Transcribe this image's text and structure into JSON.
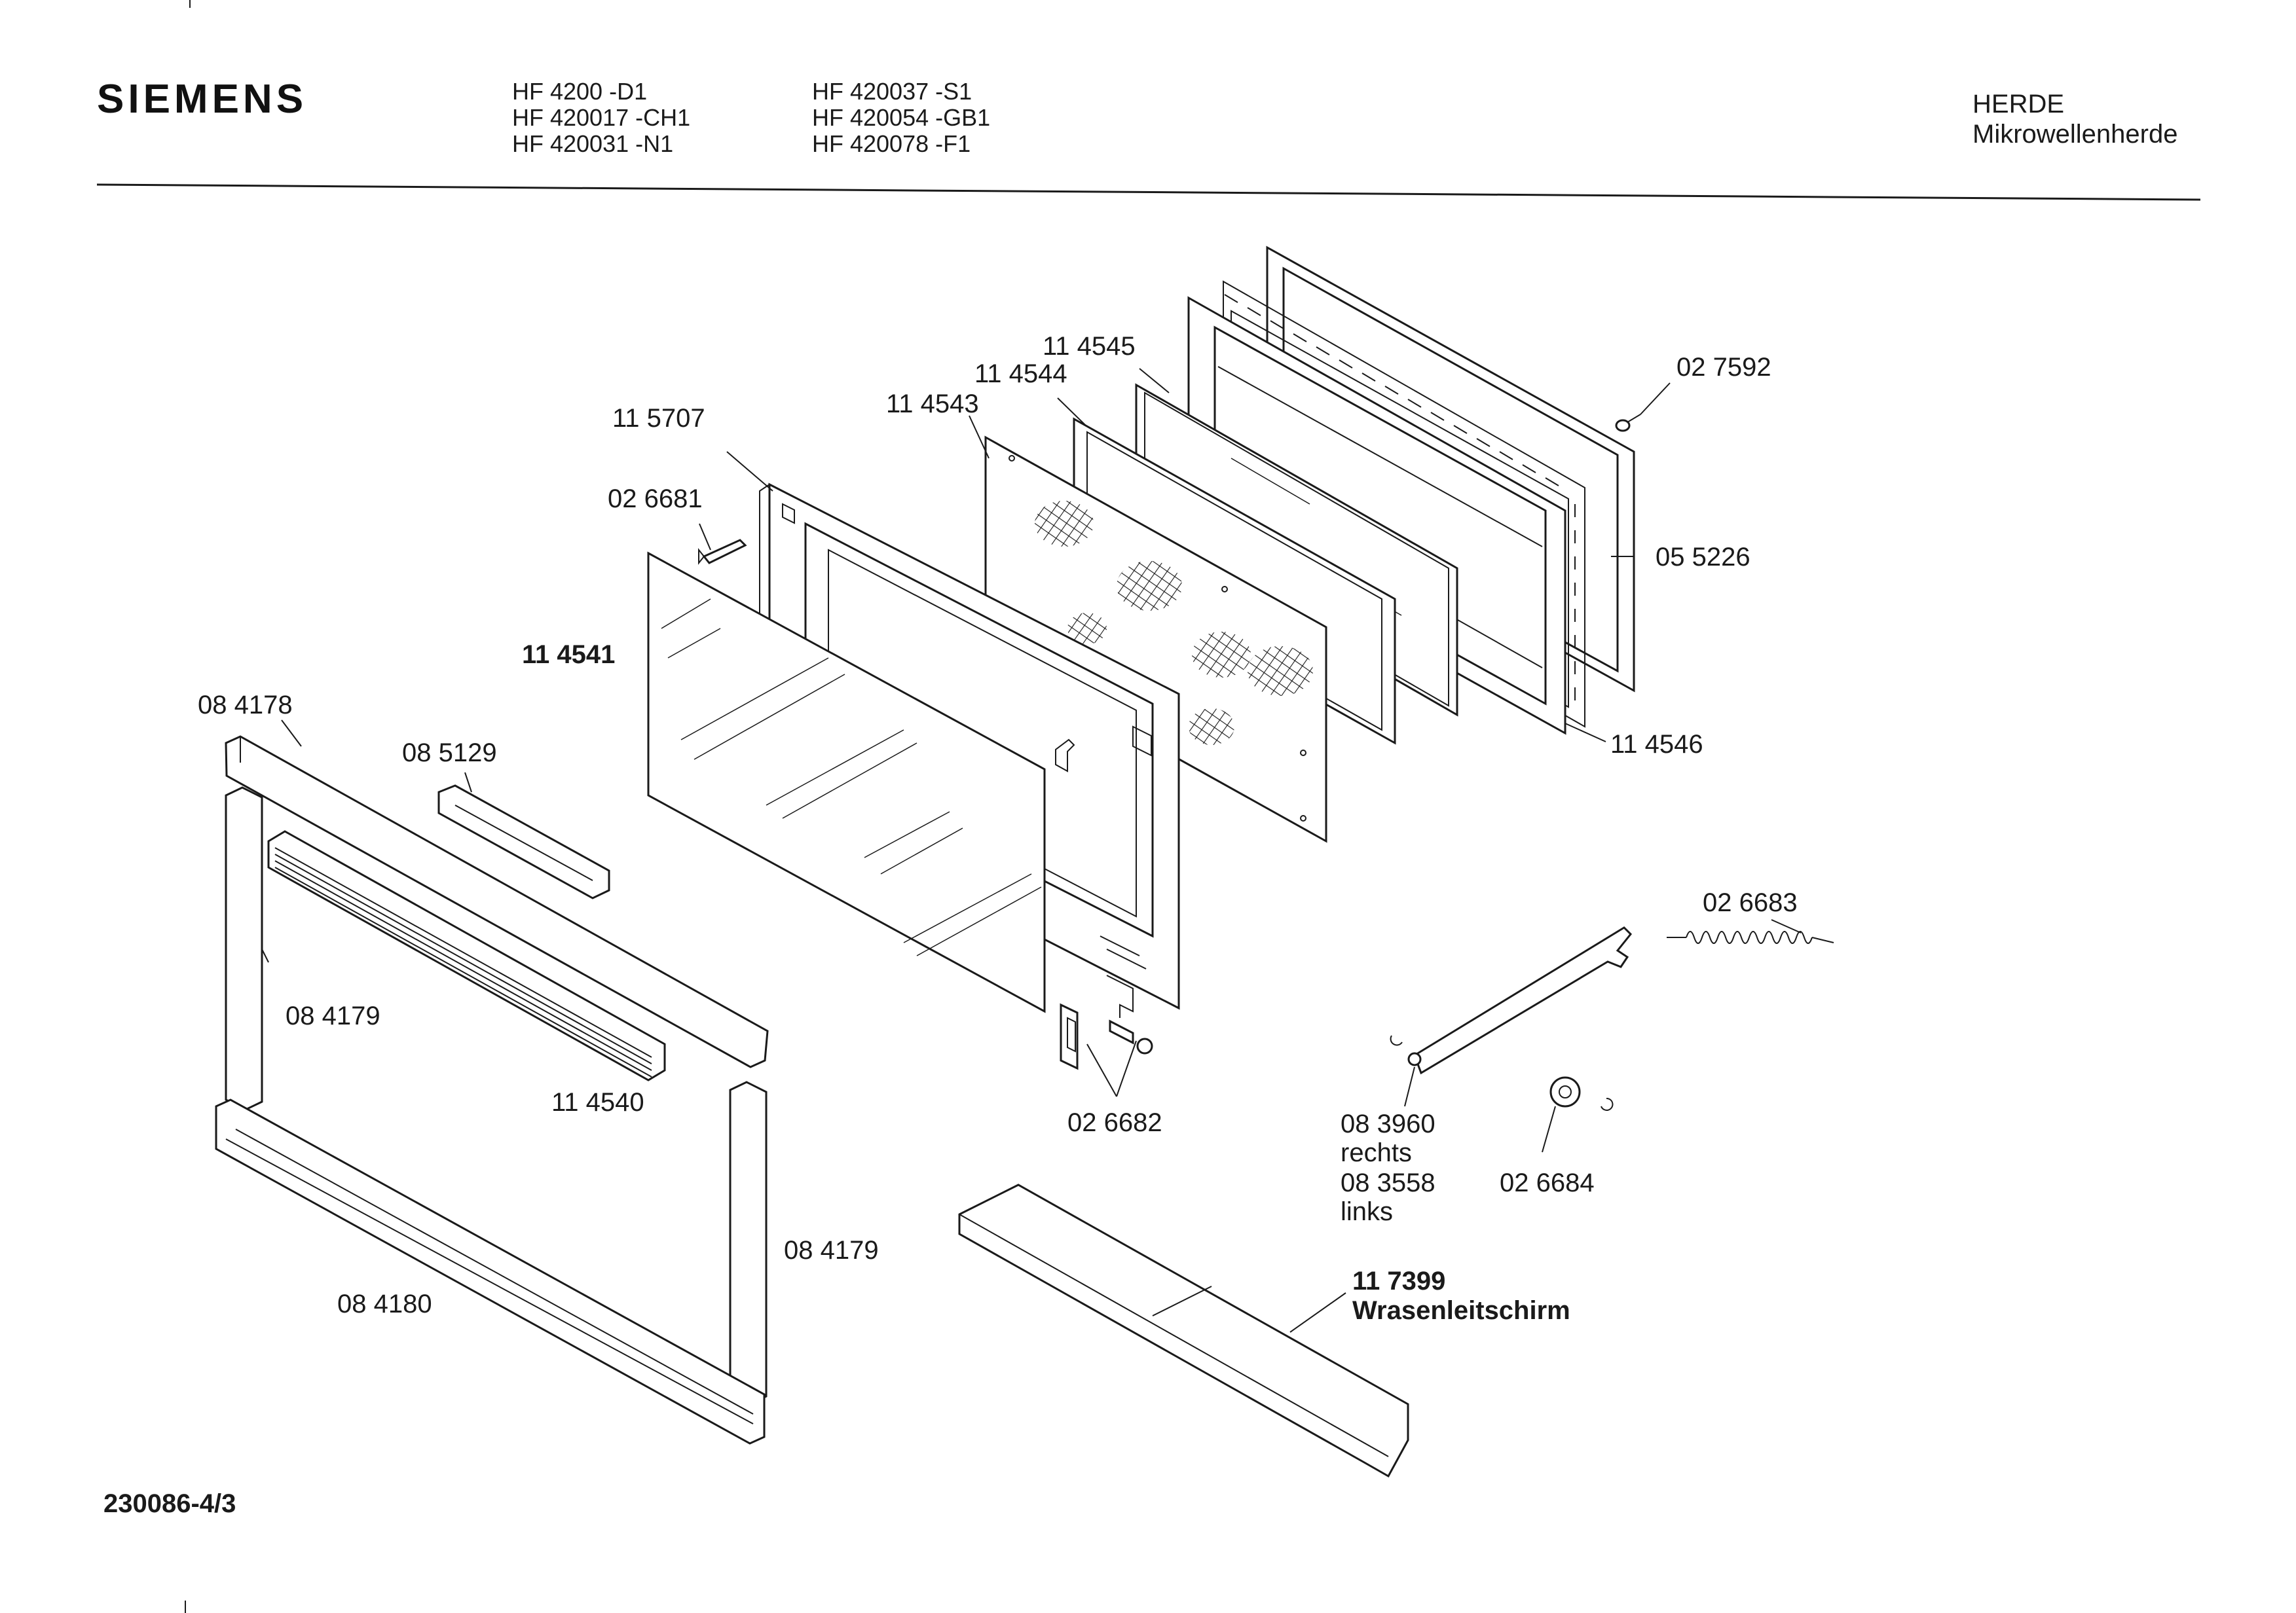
{
  "header": {
    "brand": "SIEMENS",
    "models_col1": [
      "HF 4200 -D1",
      "HF 420017 -CH1",
      "HF 420031 -N1"
    ],
    "models_col2": [
      "HF 420037 -S1",
      "HF 420054 -GB1",
      "HF 420078 -F1"
    ],
    "category": "HERDE",
    "subcategory": "Mikrowellenherde"
  },
  "parts": {
    "p027592": "02 7592",
    "p114545": "11 4545",
    "p114544": "11 4544",
    "p114543": "11 4543",
    "p115707": "11 5707",
    "p026681": "02 6681",
    "p055226": "05 5226",
    "p114541": "11 4541",
    "p084178": "08 4178",
    "p085129": "08 5129",
    "p114546": "11 4546",
    "p026683": "02 6683",
    "p084179a": "08 4179",
    "p114540": "11 4540",
    "p026682": "02 6682",
    "p083960": "08 3960",
    "rechts": "rechts",
    "p083558": "08 3558",
    "links": "links",
    "p026684": "02 6684",
    "p084179b": "08 4179",
    "p084180": "08 4180",
    "p117399": "11 7399",
    "wrasen": "Wrasenleitschirm"
  },
  "footer": {
    "drawing_number": "230086-4/3"
  }
}
